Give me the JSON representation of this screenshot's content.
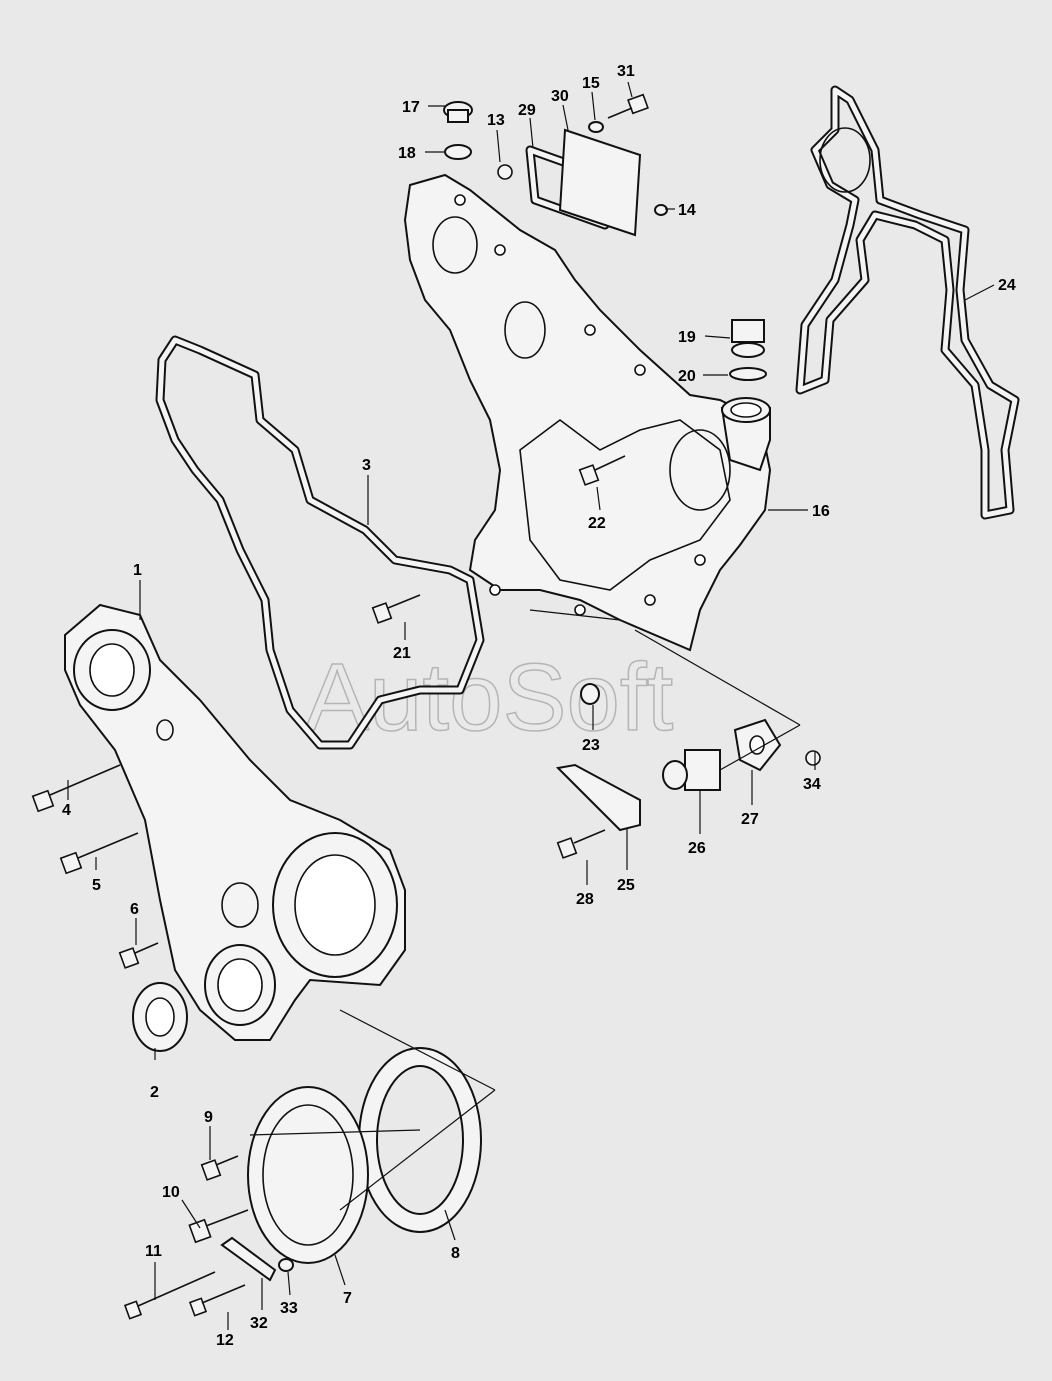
{
  "watermark": "AutoSoft",
  "callouts": {
    "c1": "1",
    "c2": "2",
    "c3": "3",
    "c4": "4",
    "c5": "5",
    "c6": "6",
    "c7": "7",
    "c8": "8",
    "c9": "9",
    "c10": "10",
    "c11": "11",
    "c12": "12",
    "c13": "13",
    "c14": "14",
    "c15": "15",
    "c16": "16",
    "c17": "17",
    "c18": "18",
    "c19": "19",
    "c20": "20",
    "c21": "21",
    "c22": "22",
    "c23": "23",
    "c24": "24",
    "c25": "25",
    "c26": "26",
    "c27": "27",
    "c28": "28",
    "c29": "29",
    "c30": "30",
    "c31": "31",
    "c32": "32",
    "c33": "33",
    "c34": "34"
  }
}
